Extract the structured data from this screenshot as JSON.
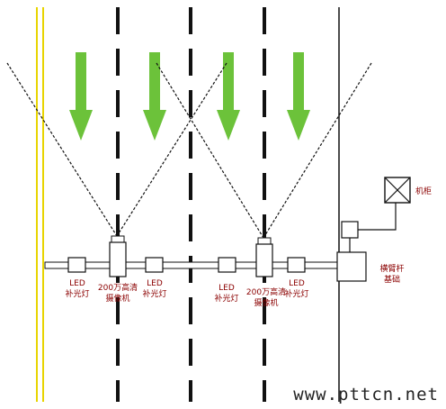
{
  "labels": {
    "led": "LED",
    "fill_light": "补光灯",
    "camera_line1": "200万高清",
    "camera_line2": "摄像机",
    "cabinet": "机柜",
    "boom_line1": "横臂杆",
    "boom_line2": "基础"
  },
  "watermark": "www.pttcn.net",
  "colors": {
    "edge_line": "#e8d400",
    "arrow": "#6cc23a",
    "label": "#8b0000",
    "line": "#111111"
  }
}
